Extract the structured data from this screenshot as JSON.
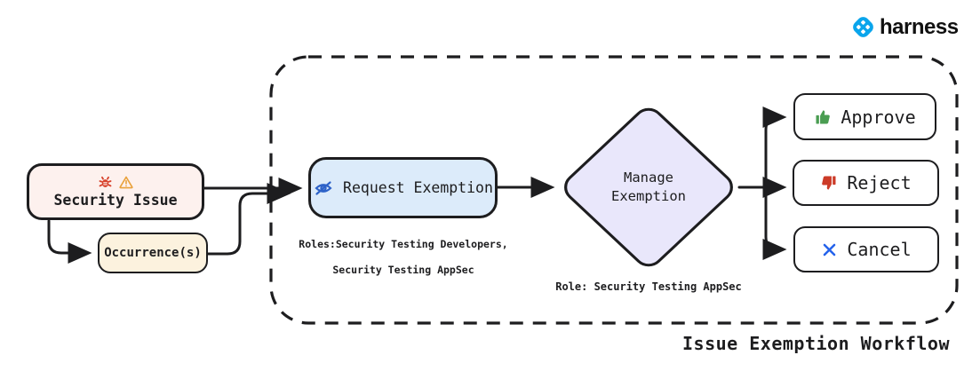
{
  "brand": {
    "name": "harness",
    "logo_color": "#0aa5ec"
  },
  "workflow_label": "Issue Exemption Workflow",
  "line_color": "#1d1d1f",
  "nodes": {
    "security_issue": {
      "label": "Security Issue",
      "fill": "#fdf1ee",
      "icons": [
        "bug-icon",
        "warning-icon"
      ],
      "bug_color": "#d8422c",
      "warning_color": "#e9a13b"
    },
    "occurrence": {
      "label": "Occurrence(s)",
      "fill": "#fcf2de"
    },
    "request_exemption": {
      "label": "Request Exemption",
      "fill": "#dcebfa",
      "icon": "eye-off-icon",
      "icon_color": "#2d62c8",
      "roles_note_line1": "Roles:Security Testing Developers,",
      "roles_note_line2": "Security Testing AppSec"
    },
    "manage_exemption": {
      "label_line1": "Manage",
      "label_line2": "Exemption",
      "fill": "#e9e7fb",
      "role_note": "Role: Security Testing AppSec"
    },
    "approve": {
      "label": "Approve",
      "fill": "#ffffff",
      "icon": "thumbs-up-icon",
      "icon_color": "#4a9d52"
    },
    "reject": {
      "label": "Reject",
      "fill": "#ffffff",
      "icon": "thumbs-down-icon",
      "icon_color": "#cc3b28"
    },
    "cancel": {
      "label": "Cancel",
      "fill": "#ffffff",
      "icon": "x-icon",
      "icon_color": "#2563eb"
    }
  }
}
